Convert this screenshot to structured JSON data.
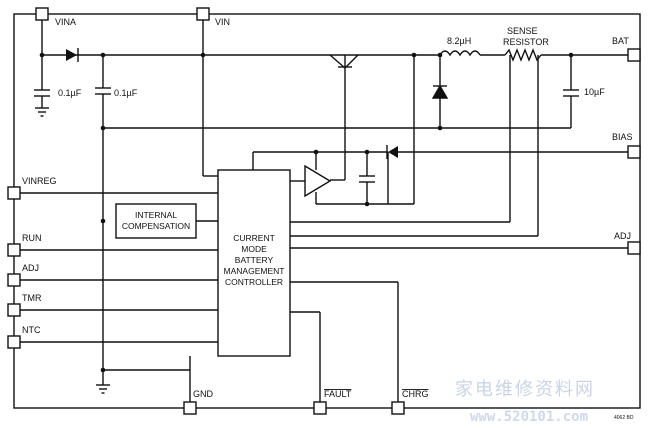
{
  "pins": {
    "vina": "VINA",
    "vin": "VIN",
    "bat": "BAT",
    "bias": "BIAS",
    "vinreg": "VINREG",
    "run": "RUN",
    "adj_left": "ADJ",
    "tmr": "TMR",
    "ntc": "NTC",
    "adj_right": "ADJ",
    "gnd": "GND",
    "fault": "FAULT",
    "chrg": "CHRG"
  },
  "components": {
    "cap1": "0.1µF",
    "cap2": "0.1µF",
    "inductor": "8.2µH",
    "sense_line1": "SENSE",
    "sense_line2": "RESISTOR",
    "cap_out": "10µF"
  },
  "blocks": {
    "compensation_line1": "INTERNAL",
    "compensation_line2": "COMPENSATION",
    "controller_line1": "CURRENT",
    "controller_line2": "MODE",
    "controller_line3": "BATTERY",
    "controller_line4": "MANAGEMENT",
    "controller_line5": "CONTROLLER"
  },
  "figure_code": "4062 BD",
  "watermark": {
    "cn": "家电维修资料网",
    "url": "www.520101.com"
  }
}
